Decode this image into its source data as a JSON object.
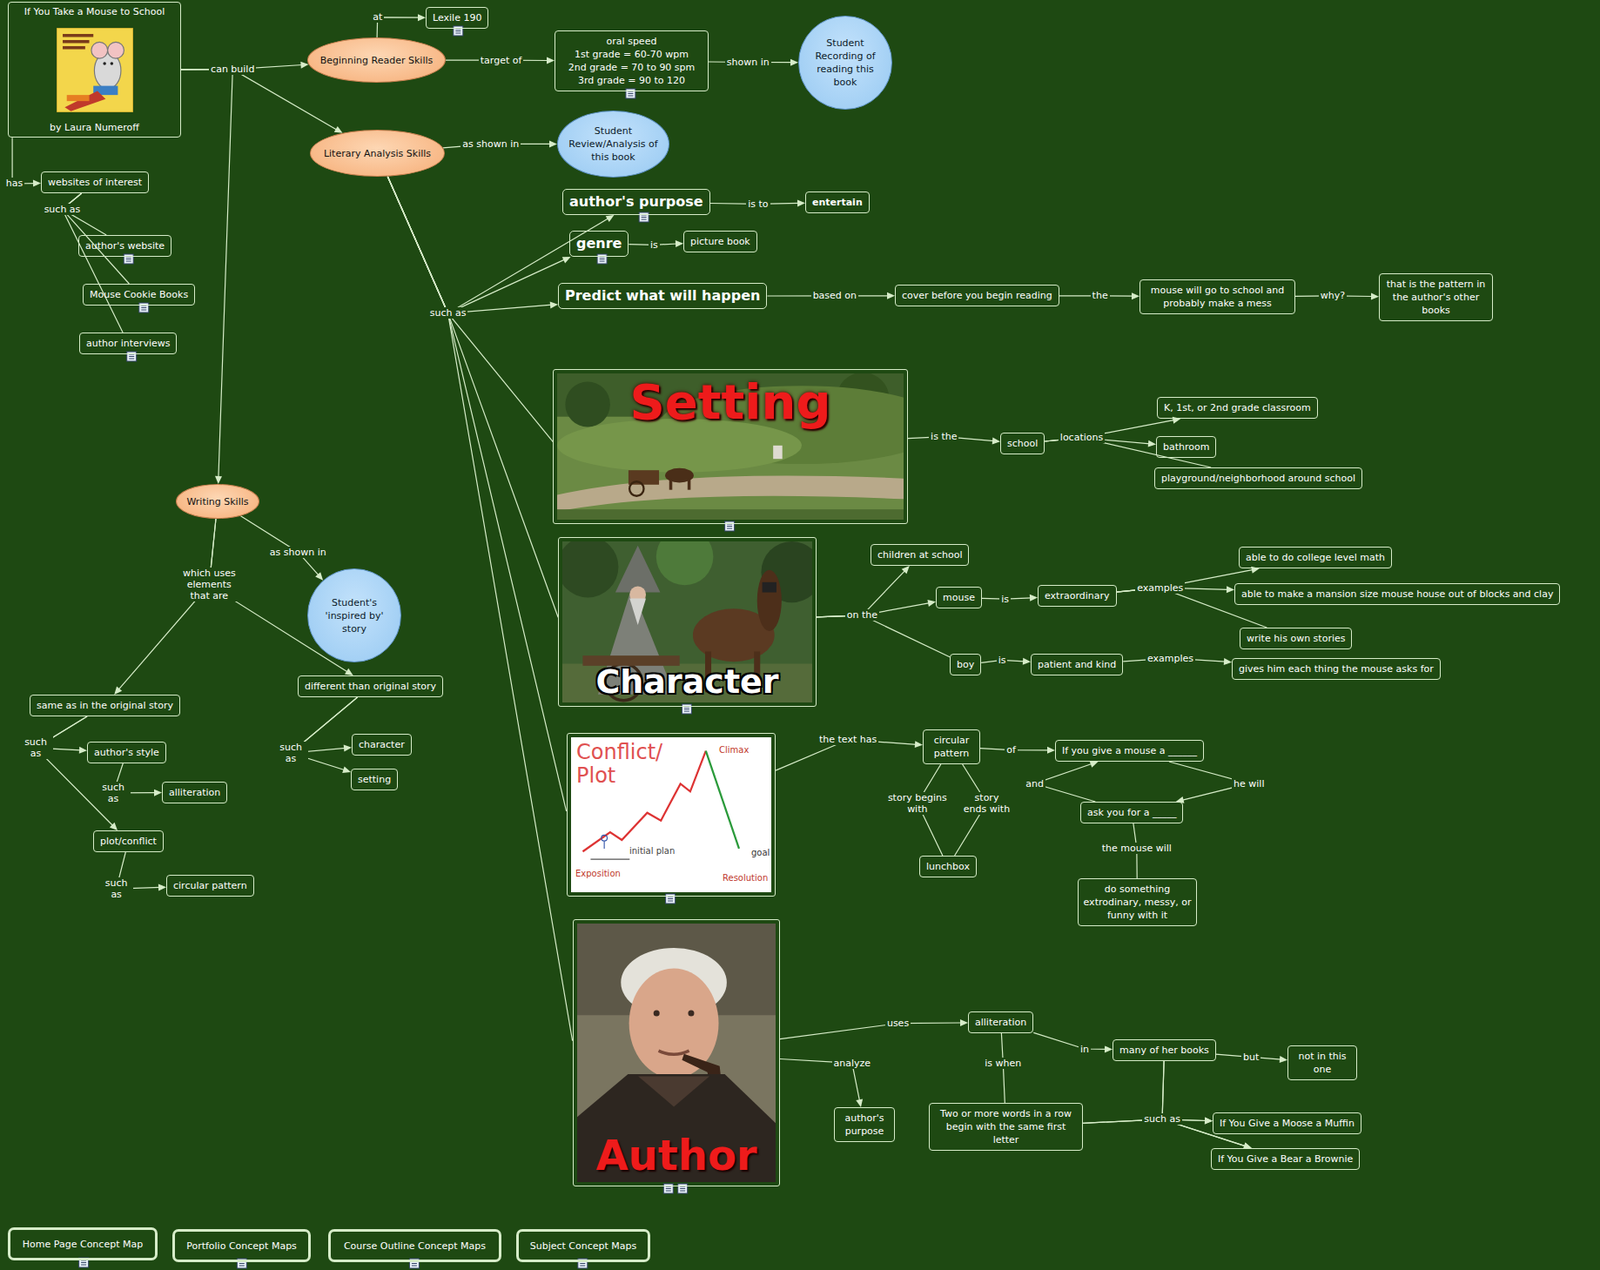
{
  "diagram": {
    "nodes": [
      {
        "text": [
          "If You Take a Mouse to School",
          "by Laura Numeroff"
        ]
      },
      {
        "text": [
          "Beginning Reader Skills"
        ]
      },
      {
        "text": [
          "Lexile 190"
        ]
      },
      {
        "text": [
          "oral speed",
          "1st grade = 60-70 wpm",
          "2nd grade = 70 to 90 spm",
          "3rd grade = 90 to 120"
        ]
      },
      {
        "text": [
          "Student Recording of reading this book"
        ]
      },
      {
        "text": [
          "Literary Analysis Skills"
        ]
      },
      {
        "text": [
          "Student Review/Analysis of this book"
        ]
      },
      {
        "text": [
          "websites of interest"
        ]
      },
      {
        "text": [
          "author's website"
        ]
      },
      {
        "text": [
          "Mouse Cookie Books"
        ]
      },
      {
        "text": [
          "author interviews"
        ]
      },
      {
        "text": [
          "author's purpose"
        ]
      },
      {
        "text": [
          "entertain"
        ]
      },
      {
        "text": [
          "genre"
        ]
      },
      {
        "text": [
          "picture book"
        ]
      },
      {
        "text": [
          "Predict what will happen"
        ]
      },
      {
        "text": [
          "cover before you begin reading"
        ]
      },
      {
        "text": [
          "mouse will go to school and probably make a mess"
        ]
      },
      {
        "text": [
          "that is the pattern in the author's other books"
        ]
      },
      {
        "text": [
          "Setting"
        ]
      },
      {
        "text": [
          "school"
        ]
      },
      {
        "text": [
          "K, 1st, or 2nd grade classroom"
        ]
      },
      {
        "text": [
          "bathroom"
        ]
      },
      {
        "text": [
          "playground/neighborhood around school"
        ]
      },
      {
        "text": [
          "Character"
        ]
      },
      {
        "text": [
          "children at school"
        ]
      },
      {
        "text": [
          "mouse"
        ]
      },
      {
        "text": [
          "extraordinary"
        ]
      },
      {
        "text": [
          "able to do college level math"
        ]
      },
      {
        "text": [
          "able to make a mansion size mouse house out of blocks and clay"
        ]
      },
      {
        "text": [
          "write his own stories"
        ]
      },
      {
        "text": [
          "boy"
        ]
      },
      {
        "text": [
          "patient and kind"
        ]
      },
      {
        "text": [
          "gives him each thing the mouse asks for"
        ]
      },
      {
        "text": [
          "Conflict/ Plot"
        ]
      },
      {
        "text": [
          "circular pattern"
        ]
      },
      {
        "text": [
          "If you give a mouse a ______"
        ]
      },
      {
        "text": [
          "ask you for a _____"
        ]
      },
      {
        "text": [
          "do something extrodinary, messy, or funny with it"
        ]
      },
      {
        "text": [
          "lunchbox"
        ]
      },
      {
        "text": [
          "Author"
        ]
      },
      {
        "text": [
          "alliteration"
        ]
      },
      {
        "text": [
          "many of her books"
        ]
      },
      {
        "text": [
          "not in this one"
        ]
      },
      {
        "text": [
          "Two or more words in a row begin with the same first letter"
        ]
      },
      {
        "text": [
          "If You Give a Moose a Muffin"
        ]
      },
      {
        "text": [
          "If You Give a Bear a Brownie"
        ]
      },
      {
        "text": [
          "author's purpose"
        ]
      },
      {
        "text": [
          "Writing Skills"
        ]
      },
      {
        "text": [
          "Student's 'inspired by' story"
        ]
      },
      {
        "text": [
          "same as in the original story"
        ]
      },
      {
        "text": [
          "different than original story"
        ]
      },
      {
        "text": [
          "author's style"
        ]
      },
      {
        "text": [
          "alliteration"
        ]
      },
      {
        "text": [
          "plot/conflict"
        ]
      },
      {
        "text": [
          "circular pattern"
        ]
      },
      {
        "text": [
          "character"
        ]
      },
      {
        "text": [
          "setting"
        ]
      },
      {
        "text": [
          "Home Page Concept Map"
        ]
      },
      {
        "text": [
          "Portfolio Concept Maps"
        ]
      },
      {
        "text": [
          "Course Outline Concept Maps"
        ]
      },
      {
        "text": [
          "Subject Concept Maps"
        ]
      }
    ],
    "edges": [
      {
        "from": 0,
        "to": 1,
        "arrow": "to",
        "label": "can build"
      },
      {
        "from": 0,
        "to": 5,
        "arrow": "to"
      },
      {
        "from": 0,
        "to": 48,
        "arrow": "to"
      },
      {
        "from": 1,
        "to": 2,
        "arrow": "to",
        "label": "at"
      },
      {
        "from": 1,
        "to": 3,
        "arrow": "to",
        "label": "target of"
      },
      {
        "from": 3,
        "to": 4,
        "arrow": "to",
        "label": "shown in"
      },
      {
        "from": 5,
        "to": 6,
        "arrow": "to",
        "label": "as shown in"
      },
      {
        "from": 0,
        "to": 7,
        "arrow": "to",
        "label": "has"
      },
      {
        "from": 7,
        "to": 8,
        "arrow": "none",
        "label": "such as"
      },
      {
        "from": 7,
        "to": 9,
        "arrow": "none"
      },
      {
        "from": 7,
        "to": 10,
        "arrow": "none"
      },
      {
        "from": 5,
        "to": 11,
        "arrow": "to",
        "label": "such as"
      },
      {
        "from": 5,
        "to": 13,
        "arrow": "to"
      },
      {
        "from": 5,
        "to": 15,
        "arrow": "to"
      },
      {
        "from": 5,
        "to": 19,
        "arrow": "none"
      },
      {
        "from": 5,
        "to": 24,
        "arrow": "none"
      },
      {
        "from": 5,
        "to": 34,
        "arrow": "none"
      },
      {
        "from": 5,
        "to": 40,
        "arrow": "none"
      },
      {
        "from": 11,
        "to": 12,
        "arrow": "to",
        "label": "is to"
      },
      {
        "from": 13,
        "to": 14,
        "arrow": "to",
        "label": "is"
      },
      {
        "from": 15,
        "to": 16,
        "arrow": "to",
        "label": "based on"
      },
      {
        "from": 16,
        "to": 17,
        "arrow": "to",
        "label": "the"
      },
      {
        "from": 17,
        "to": 18,
        "arrow": "to",
        "label": "why?"
      },
      {
        "from": 19,
        "to": 20,
        "arrow": "to",
        "label": "is the"
      },
      {
        "from": 20,
        "to": 21,
        "arrow": "to",
        "label": "locations"
      },
      {
        "from": 20,
        "to": 22,
        "arrow": "to"
      },
      {
        "from": 20,
        "to": 23,
        "arrow": "none"
      },
      {
        "from": 24,
        "to": 25,
        "arrow": "to",
        "label": "on the"
      },
      {
        "from": 24,
        "to": 26,
        "arrow": "to"
      },
      {
        "from": 24,
        "to": 31,
        "arrow": "none"
      },
      {
        "from": 26,
        "to": 27,
        "arrow": "to",
        "label": "is"
      },
      {
        "from": 27,
        "to": 28,
        "arrow": "to",
        "label": "examples"
      },
      {
        "from": 27,
        "to": 29,
        "arrow": "to"
      },
      {
        "from": 27,
        "to": 30,
        "arrow": "none"
      },
      {
        "from": 31,
        "to": 32,
        "arrow": "to",
        "label": "is"
      },
      {
        "from": 32,
        "to": 33,
        "arrow": "to",
        "label": "examples"
      },
      {
        "from": 34,
        "to": 35,
        "arrow": "to",
        "label": "the text has"
      },
      {
        "from": 35,
        "to": 36,
        "arrow": "to",
        "label": "of"
      },
      {
        "from": 36,
        "to": 37,
        "arrow": "to",
        "label": "he will"
      },
      {
        "from": 37,
        "to": 36,
        "arrow": "to",
        "label": "and"
      },
      {
        "from": 37,
        "to": 38,
        "arrow": "none",
        "label": "the mouse will"
      },
      {
        "from": 35,
        "to": 39,
        "arrow": "none",
        "label": "story begins with"
      },
      {
        "from": 35,
        "to": 39,
        "arrow": "none",
        "label": "story ends with"
      },
      {
        "from": 40,
        "to": 41,
        "arrow": "to",
        "label": "uses"
      },
      {
        "from": 40,
        "to": 47,
        "arrow": "to",
        "label": "analyze"
      },
      {
        "from": 41,
        "to": 42,
        "arrow": "to",
        "label": "in"
      },
      {
        "from": 42,
        "to": 43,
        "arrow": "to",
        "label": "but"
      },
      {
        "from": 41,
        "to": 44,
        "arrow": "none",
        "label": "is when"
      },
      {
        "from": 44,
        "to": 45,
        "arrow": "to",
        "label": "such as"
      },
      {
        "from": 44,
        "to": 46,
        "arrow": "to"
      },
      {
        "from": 42,
        "to": 45,
        "arrow": "to"
      },
      {
        "from": 42,
        "to": 46,
        "arrow": "to"
      },
      {
        "from": 48,
        "to": 49,
        "arrow": "to",
        "label": "as shown in"
      },
      {
        "from": 48,
        "to": 50,
        "arrow": "to",
        "label": "which uses elements that are"
      },
      {
        "from": 48,
        "to": 51,
        "arrow": "to"
      },
      {
        "from": 50,
        "to": 52,
        "arrow": "to",
        "label": "such as"
      },
      {
        "from": 50,
        "to": 54,
        "arrow": "to"
      },
      {
        "from": 52,
        "to": 53,
        "arrow": "to",
        "label": "such as"
      },
      {
        "from": 54,
        "to": 55,
        "arrow": "to",
        "label": "such as"
      },
      {
        "from": 51,
        "to": 56,
        "arrow": "to",
        "label": "such as"
      },
      {
        "from": 51,
        "to": 57,
        "arrow": "to"
      }
    ],
    "labels": [
      "Climax",
      "initial plan",
      "goal",
      "Resolution",
      "Exposition"
    ]
  }
}
